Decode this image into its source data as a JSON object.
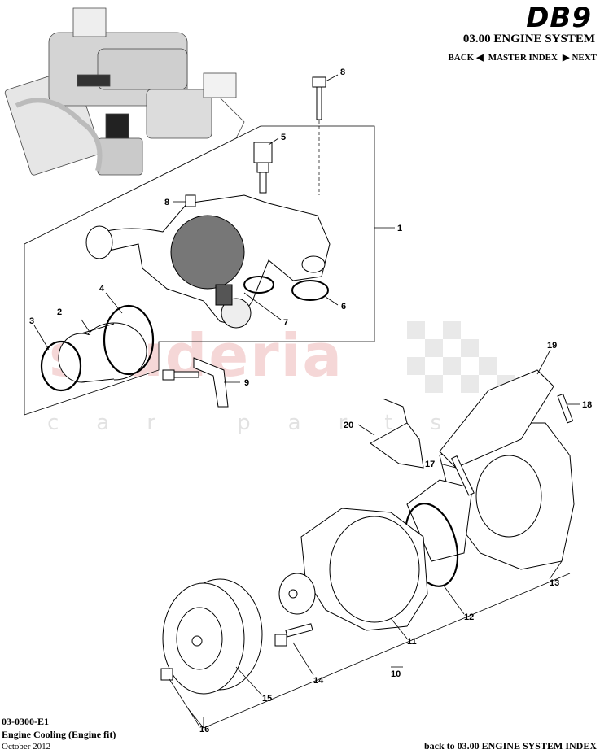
{
  "header": {
    "logo_text": "DB9",
    "section_title": "03.00 ENGINE SYSTEM",
    "nav": {
      "back": "BACK",
      "master_index": "MASTER INDEX",
      "next": "NEXT"
    }
  },
  "watermark": {
    "word": "scuderia",
    "sub": "car parts"
  },
  "callouts": {
    "c1": "1",
    "c2": "2",
    "c3": "3",
    "c4": "4",
    "c5": "5",
    "c6": "6",
    "c7": "7",
    "c8a": "8",
    "c8b": "8",
    "c9": "9",
    "c10": "10",
    "c11": "11",
    "c12": "12",
    "c13": "13",
    "c14": "14",
    "c15": "15",
    "c16": "16",
    "c17": "17",
    "c18": "18",
    "c19": "19",
    "c20": "20"
  },
  "footer": {
    "code": "03-0300-E1",
    "name": "Engine Cooling (Engine fit)",
    "date": "October 2012",
    "back_link": "back to 03.00 ENGINE SYSTEM INDEX"
  }
}
